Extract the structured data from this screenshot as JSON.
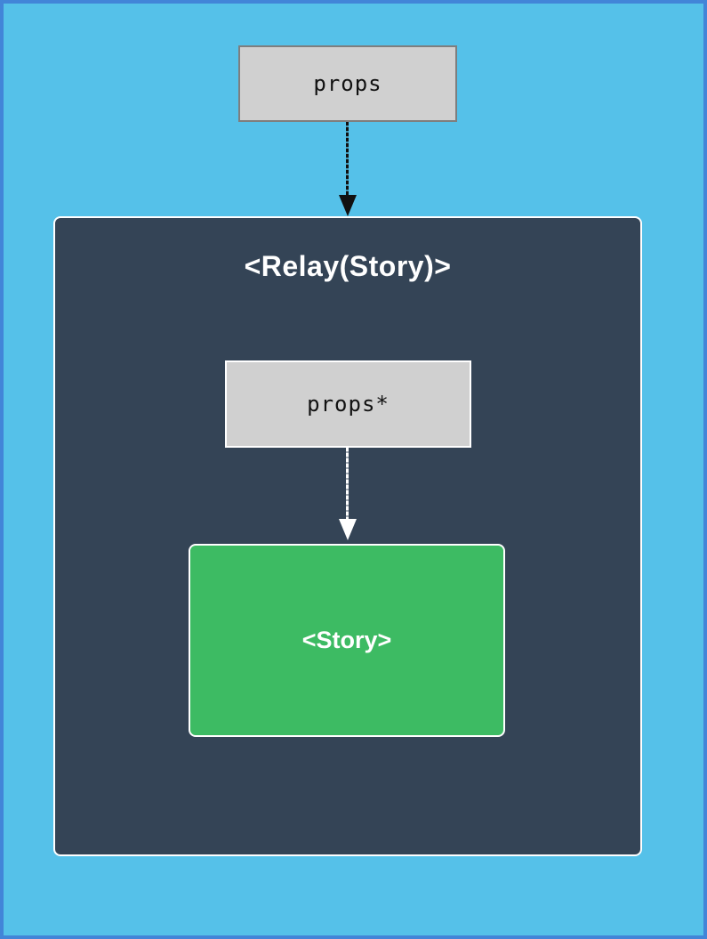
{
  "colors": {
    "page_bg": "#55c1e9",
    "page_border": "#4285d8",
    "panel_bg": "#344456",
    "box_gray": "#d0d0d0",
    "green": "#3dbb63",
    "arrow_black": "#111111",
    "arrow_white": "#ffffff"
  },
  "diagram": {
    "outer_props_label": "props",
    "relay_container_label": "<Relay(Story)>",
    "inner_props_label": "props*",
    "story_label": "<Story>"
  }
}
